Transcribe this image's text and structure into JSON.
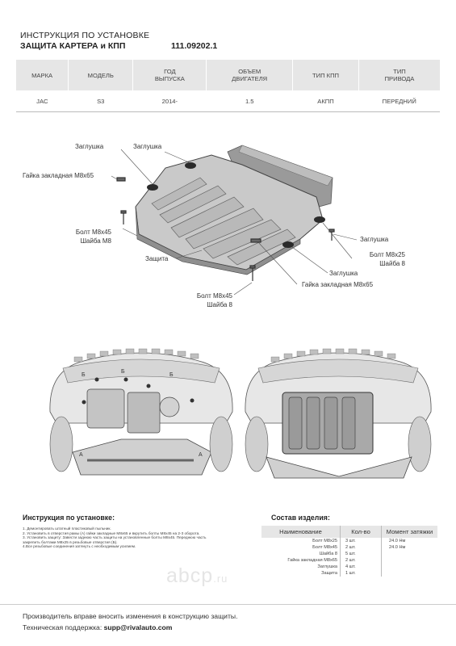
{
  "header": {
    "title_line1": "ИНСТРУКЦИЯ ПО УСТАНОВКЕ",
    "title_line2": "ЗАЩИТА КАРТЕРА и КПП",
    "article": "111.09202.1"
  },
  "spec_table": {
    "columns": [
      {
        "line1": "МАРКА",
        "line2": ""
      },
      {
        "line1": "МОДЕЛЬ",
        "line2": ""
      },
      {
        "line1": "ГОД",
        "line2": "ВЫПУСКА"
      },
      {
        "line1": "ОБЪЕМ",
        "line2": "ДВИГАТЕЛЯ"
      },
      {
        "line1": "ТИП КПП",
        "line2": ""
      },
      {
        "line1": "ТИП",
        "line2": "ПРИВОДА"
      }
    ],
    "values": [
      "JAC",
      "S3",
      "2014-",
      "1.5",
      "АКПП",
      "ПЕРЕДНИЙ"
    ]
  },
  "diagram_labels": {
    "plug_top_left": "Заглушка",
    "plug_top": "Заглушка",
    "nut_left": "Гайка закладная М8х65",
    "bolt_left_1": "Болт М8х45",
    "bolt_left_2": "Шайба М8",
    "shield": "Защита",
    "bolt_bottom_1": "Болт М8х45",
    "bolt_bottom_2": "Шайба 8",
    "plug_right": "Заглушка",
    "bolt_right_1": "Болт М8х25",
    "bolt_right_2": "Шайба 8",
    "plug_right_lower": "Заглушка",
    "nut_bottom": "Гайка закладная М8х65",
    "marker_a": "А",
    "marker_b": "Б"
  },
  "instructions": {
    "title": "Инструкция по установке:",
    "steps": [
      "1. Демонтировать штатный пластиковый пыльник.",
      "2. Установить в отверстия рамы (А) гайки закладные М8х65 и вкрутить болты М8х45 на 2-3 оборота.",
      "3. Установить защиту: Завести заднюю часть защиты на установленные болты М8х45. Переднюю часть",
      "закрепить болтами М8х25 в резьбовые отверстия (Б).",
      "4.Все резьбовые соединения затянуть с необходимым усилием."
    ]
  },
  "parts": {
    "title": "Состав изделия:",
    "headers": {
      "name": "Наименование",
      "qty": "Кол-во",
      "torque": "Момент затяжки"
    },
    "rows": [
      {
        "name": "Болт М8х25",
        "qty": "3 шт.",
        "torque": "24.0 Нм"
      },
      {
        "name": "Болт М8х45",
        "qty": "2 шт.",
        "torque": "24.0 Нм"
      },
      {
        "name": "Шайба 8",
        "qty": "5 шт.",
        "torque": ""
      },
      {
        "name": "Гайка закладная М8х65",
        "qty": "2 шт.",
        "torque": ""
      },
      {
        "name": "Заглушка",
        "qty": "4 шт.",
        "torque": ""
      },
      {
        "name": "Защита",
        "qty": "1 шт.",
        "torque": ""
      }
    ]
  },
  "watermark": {
    "main": "abcp",
    "suffix": ".ru"
  },
  "footer": {
    "notice": "Производитель вправе вносить изменения в конструкцию защиты.",
    "support_label": "Техническая поддержка: ",
    "support_email": "supp@rivalauto.com"
  }
}
